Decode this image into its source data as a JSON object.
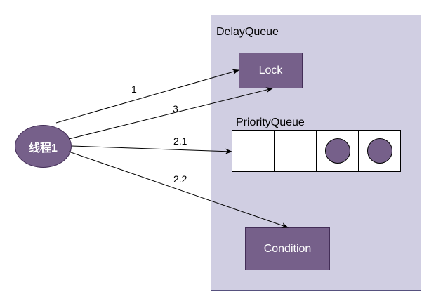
{
  "colors": {
    "container_fill": "#d0cee2",
    "node_fill": "#76608a",
    "dot_fill": "#76608a",
    "arrow": "#000000"
  },
  "container": {
    "label": "DelayQueue"
  },
  "lock": {
    "label": "Lock"
  },
  "condition": {
    "label": "Condition"
  },
  "thread": {
    "label": "线程1"
  },
  "priority_queue": {
    "label": "PriorityQueue",
    "slots": [
      {
        "has_element": false
      },
      {
        "has_element": false
      },
      {
        "has_element": true
      },
      {
        "has_element": true
      }
    ]
  },
  "edges": [
    {
      "id": "e1",
      "label": "1"
    },
    {
      "id": "e3",
      "label": "3"
    },
    {
      "id": "e21",
      "label": "2.1"
    },
    {
      "id": "e22",
      "label": "2.2"
    }
  ]
}
